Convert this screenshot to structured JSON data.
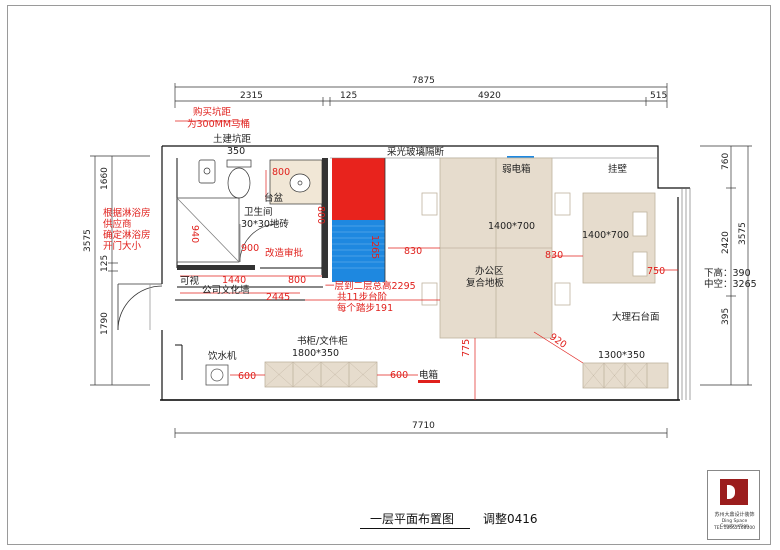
{
  "drawing": {
    "title": "一层平面布置图",
    "revision": "调整0416",
    "company": {
      "name_cn": "苏州大鼎设计装饰",
      "name_en": "Ding Space Construction",
      "tel": "TEL:18662168000"
    }
  },
  "dimensions": {
    "top_total": "7875",
    "top_seg_1": "2315",
    "top_seg_2": "125",
    "top_seg_3": "4920",
    "top_seg_4": "515",
    "bottom_total": "7710",
    "left_total": "3575",
    "left_seg_1": "1660",
    "left_seg_2": "125",
    "left_seg_3": "1790",
    "right_seg_1": "760",
    "right_seg_2": "2420",
    "right_seg_3": "395",
    "right_total": "3575"
  },
  "labels": {
    "toilet_pit": "土建坑距",
    "toilet_pit_val": "350",
    "sink": "台盆",
    "bathroom": "卫生间",
    "floor_tile": "30*30地砖",
    "glass_partition": "采光玻璃隔断",
    "weak_box": "弱电箱",
    "hanging_wall": "挂壁",
    "desk_top": "1400*700",
    "desk_right": "1400*700",
    "office_area": "办公区",
    "composite_floor": "复合地板",
    "visible": "可视",
    "culture_wall": "公司文化墙",
    "marble_counter": "大理石台面",
    "counter_size": "1300*350",
    "bookcase": "书柜/文件柜",
    "bookcase_size": "1800*350",
    "water_dispenser": "饮水机",
    "electric_box": "电箱",
    "floor_height": "下高：390",
    "void_height": "中空：3265"
  },
  "red_notes": {
    "buy_pit_1": "购买坑距",
    "buy_pit_2": "为300MM马桶",
    "shower_1": "根据淋浴房",
    "shower_2": "供应商",
    "shower_3": "确定淋浴房",
    "shower_4": "开门大小",
    "modify": "改造审批",
    "stair_1": "一层到二层总高2295",
    "stair_2": "共11步台阶",
    "stair_3": "每个踏步191",
    "d800_a": "800",
    "d800_b": "800",
    "d940": "940",
    "d900": "900",
    "d1440": "1440",
    "d800_c": "800",
    "d2445": "2445",
    "d830_a": "830",
    "d830_b": "830",
    "d750": "750",
    "d920": "920",
    "d775": "775",
    "d600_a": "600",
    "d600_b": "600",
    "d1265": "1265"
  },
  "colors": {
    "stair_upper": "#e8231d",
    "stair_lower": "#1e88e0",
    "furniture": "#e6dccd",
    "red_text": "#e0201c",
    "wall": "#111111"
  }
}
